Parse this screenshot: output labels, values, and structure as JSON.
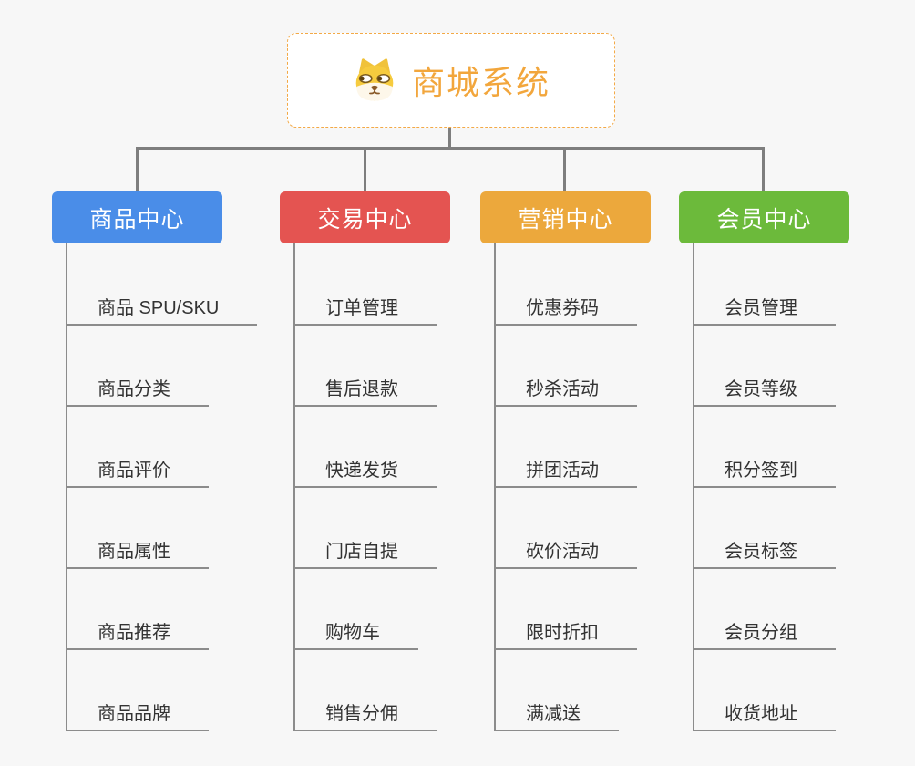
{
  "root": {
    "title": "商城系统",
    "icon": "shiba-doge-icon"
  },
  "branches": [
    {
      "label": "商品中心",
      "color": "#4a8de8",
      "items": [
        "商品 SPU/SKU",
        "商品分类",
        "商品评价",
        "商品属性",
        "商品推荐",
        "商品品牌"
      ]
    },
    {
      "label": "交易中心",
      "color": "#e45451",
      "items": [
        "订单管理",
        "售后退款",
        "快递发货",
        "门店自提",
        "购物车",
        "销售分佣"
      ]
    },
    {
      "label": "营销中心",
      "color": "#eca83c",
      "items": [
        "优惠券码",
        "秒杀活动",
        "拼团活动",
        "砍价活动",
        "限时折扣",
        "满减送"
      ]
    },
    {
      "label": "会员中心",
      "color": "#6cba3b",
      "items": [
        "会员管理",
        "会员等级",
        "积分签到",
        "会员标签",
        "会员分组",
        "收货地址"
      ]
    }
  ],
  "style_tokens": {
    "root_border_color": "#f3a946",
    "root_title_color": "#f2a63c",
    "connector_color": "#7e7e7e",
    "underline_color": "#8c8c8c",
    "background_color": "#f7f7f7",
    "leaf_text_color": "#333333"
  }
}
